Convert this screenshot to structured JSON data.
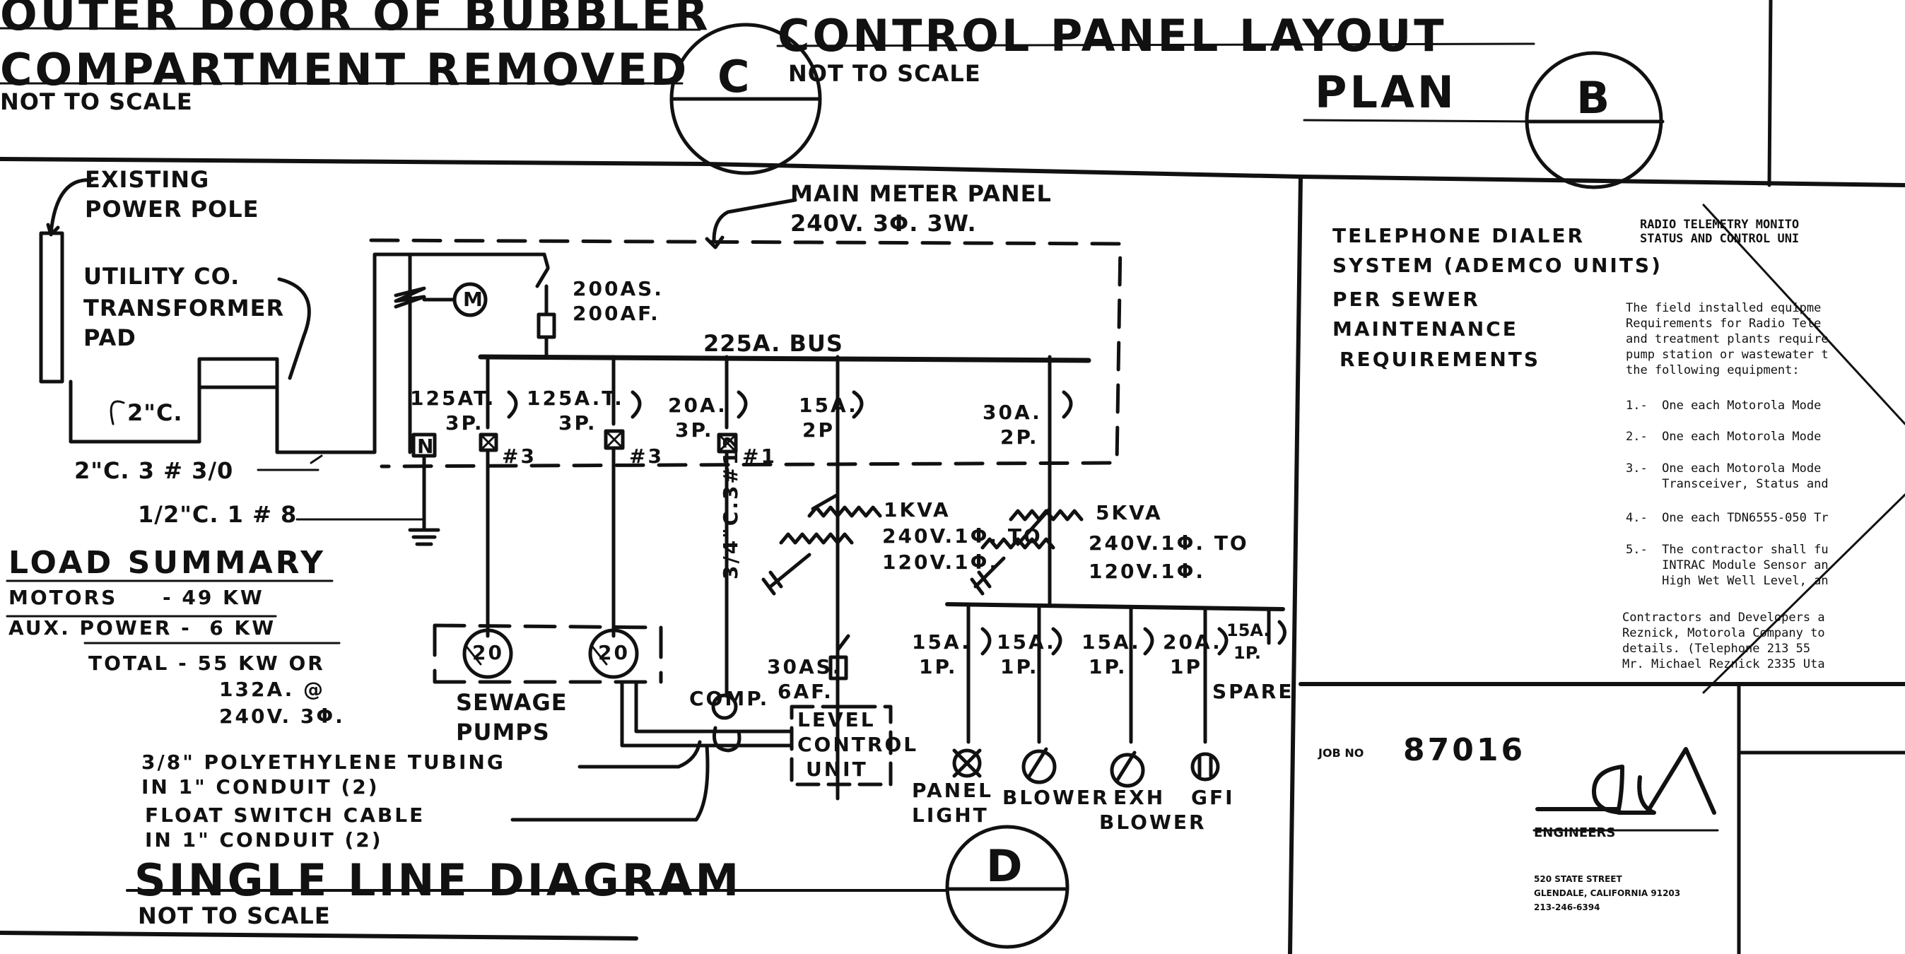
{
  "title_block": {
    "section_c": {
      "title_line1": "OUTER DOOR OF BUBBLER",
      "title_line2": "COMPARTMENT REMOVED",
      "scale": "NOT TO SCALE",
      "marker": "C"
    },
    "section_b": {
      "title": "CONTROL PANEL LAYOUT",
      "scale": "NOT TO SCALE",
      "subtitle": "PLAN",
      "marker": "B"
    }
  },
  "single_line_diagram": {
    "title": "SINGLE LINE DIAGRAM",
    "scale": "NOT TO SCALE",
    "marker": "D",
    "labels": {
      "power_pole_1": "EXISTING",
      "power_pole_2": "POWER POLE",
      "transformer_1": "UTILITY CO.",
      "transformer_2": "TRANSFORMER",
      "transformer_3": "PAD",
      "conduit_2c": "2\"C.",
      "conduit_main": "2\"C. 3 # 3/0",
      "conduit_ground": "1/2\"C. 1 # 8",
      "meter_panel_1": "MAIN METER PANEL",
      "meter_panel_2": "240V. 3Φ. 3W.",
      "meter": "M",
      "main_breaker_1": "200AS.",
      "main_breaker_2": "200AF.",
      "bus": "225A. BUS",
      "neutral": "N",
      "br1_a": "125AT.",
      "br1_b": "3P.",
      "br1_starter": "#3",
      "br2_a": "125A.T.",
      "br2_b": "3P.",
      "br2_starter": "#3",
      "br3_a": "20A.",
      "br3_b": "3P.",
      "br3_starter": "#1",
      "br4_a": "15A.",
      "br4_b": "2P",
      "br5_a": "30A.",
      "br5_b": "2P.",
      "xfmr1_a": "1KVA",
      "xfmr1_b": "240V.1Φ. TO",
      "xfmr1_c": "120V.1Φ.",
      "xfmr2_a": "5KVA",
      "xfmr2_b": "240V.1Φ. TO",
      "xfmr2_c": "120V.1Φ.",
      "comp_conduit": "3/4\"C.3#12",
      "disconnect_a": "30AS.",
      "disconnect_b": "6AF.",
      "comp": "COMP.",
      "level_1": "LEVEL",
      "level_2": "CONTROL",
      "level_3": "UNIT",
      "pump_hp_1": "20",
      "pump_hp_2": "20",
      "pumps_1": "SEWAGE",
      "pumps_2": "PUMPS",
      "sub_br1_a": "15A.",
      "sub_br1_b": "1P.",
      "sub_br2_a": "15A.",
      "sub_br2_b": "1P.",
      "sub_br3_a": "15A.",
      "sub_br3_b": "1P.",
      "sub_br4_a": "20A.",
      "sub_br4_b": "1P",
      "sub_br5_a": "15A.",
      "sub_br5_b": "1P.",
      "spare": "SPARE",
      "load_panel_light_1": "PANEL",
      "load_panel_light_2": "LIGHT",
      "load_blower": "BLOWER",
      "load_exh_1": "EXH",
      "load_exh_2": "BLOWER",
      "load_gfi": "GFI",
      "tubing_1": "3/8\" POLYETHYLENE TUBING",
      "tubing_2": "IN 1\" CONDUIT (2)",
      "float_1": "FLOAT SWITCH CABLE",
      "float_2": "IN 1\" CONDUIT (2)"
    },
    "load_summary": {
      "title": "LOAD SUMMARY",
      "motors": "MOTORS     - 49 KW",
      "aux": "AUX. POWER -  6 KW",
      "total_1": "TOTAL - 55 KW OR",
      "total_2": "132A. @",
      "total_3": "240V. 3Φ."
    }
  },
  "telemetry": {
    "dialer_1": "TELEPHONE DIALER",
    "dialer_2": "SYSTEM (ADEMCO UNITS)",
    "dialer_3": "PER SEWER",
    "dialer_4": "MAINTENANCE",
    "dialer_5": "REQUIREMENTS",
    "heading_1": "RADIO TELEMETRY MONITO",
    "heading_2": "STATUS AND CONTROL UNI",
    "para_1": "The field installed equipme",
    "para_2": "Requirements for Radio Tele",
    "para_3": "and treatment plants require",
    "para_4": "pump station or wastewater t",
    "para_5": "the following equipment:",
    "item_1": "1.-  One each Motorola Mode",
    "item_2": "2.-  One each Motorola Mode",
    "item_3a": "3.-  One each Motorola Mode",
    "item_3b": "     Transceiver, Status and",
    "item_4": "4.-  One each TDN6555-050 Tr",
    "item_5a": "5.-  The contractor shall fu",
    "item_5b": "     INTRAC Module Sensor an",
    "item_5c": "     High Wet Well Level, an",
    "contact_1": "Contractors and Developers a",
    "contact_2": "Reznick, Motorola Company to",
    "contact_3": "details.  (Telephone 213 55",
    "contact_4": "Mr. Michael Reznick 2335 Uta"
  },
  "job": {
    "label": "JOB NO",
    "number": "87016",
    "logo": "JCA",
    "company": "ENGINEERS",
    "address_1": "520 STATE STREET",
    "address_2": "GLENDALE, CALIFORNIA 91203",
    "phone": "213-246-6394"
  }
}
